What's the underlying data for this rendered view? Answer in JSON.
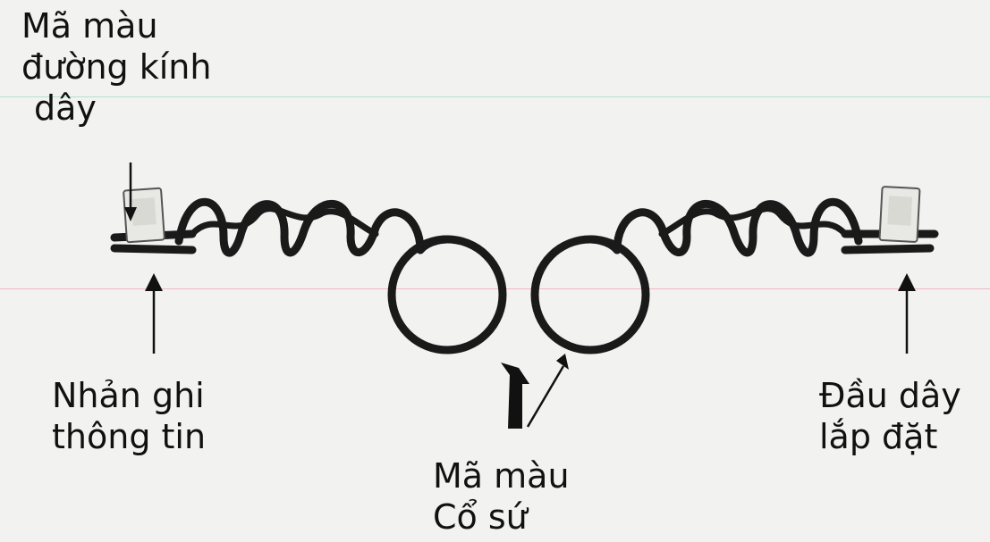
{
  "labels": {
    "wire_diameter_color_code": [
      "Mã màu",
      "đường kính",
      "dây"
    ],
    "info_tag": [
      "Nhản ghi",
      "thông tin"
    ],
    "install_end": [
      "Đầu dây",
      "lắp đặt"
    ],
    "neck_color_code": [
      "Mã màu",
      "Cổ sứ"
    ]
  },
  "colors": {
    "background": "#f2f2f0",
    "wire": "#1a1a1a",
    "tag": "#e8e8e4",
    "guide_line_top": "#b8e0d6",
    "guide_line_mid": "#f0b8c8"
  },
  "icons": [
    "arrow-down-icon",
    "arrow-up-icon",
    "arrow-up-icon",
    "arrow-up-icon"
  ]
}
